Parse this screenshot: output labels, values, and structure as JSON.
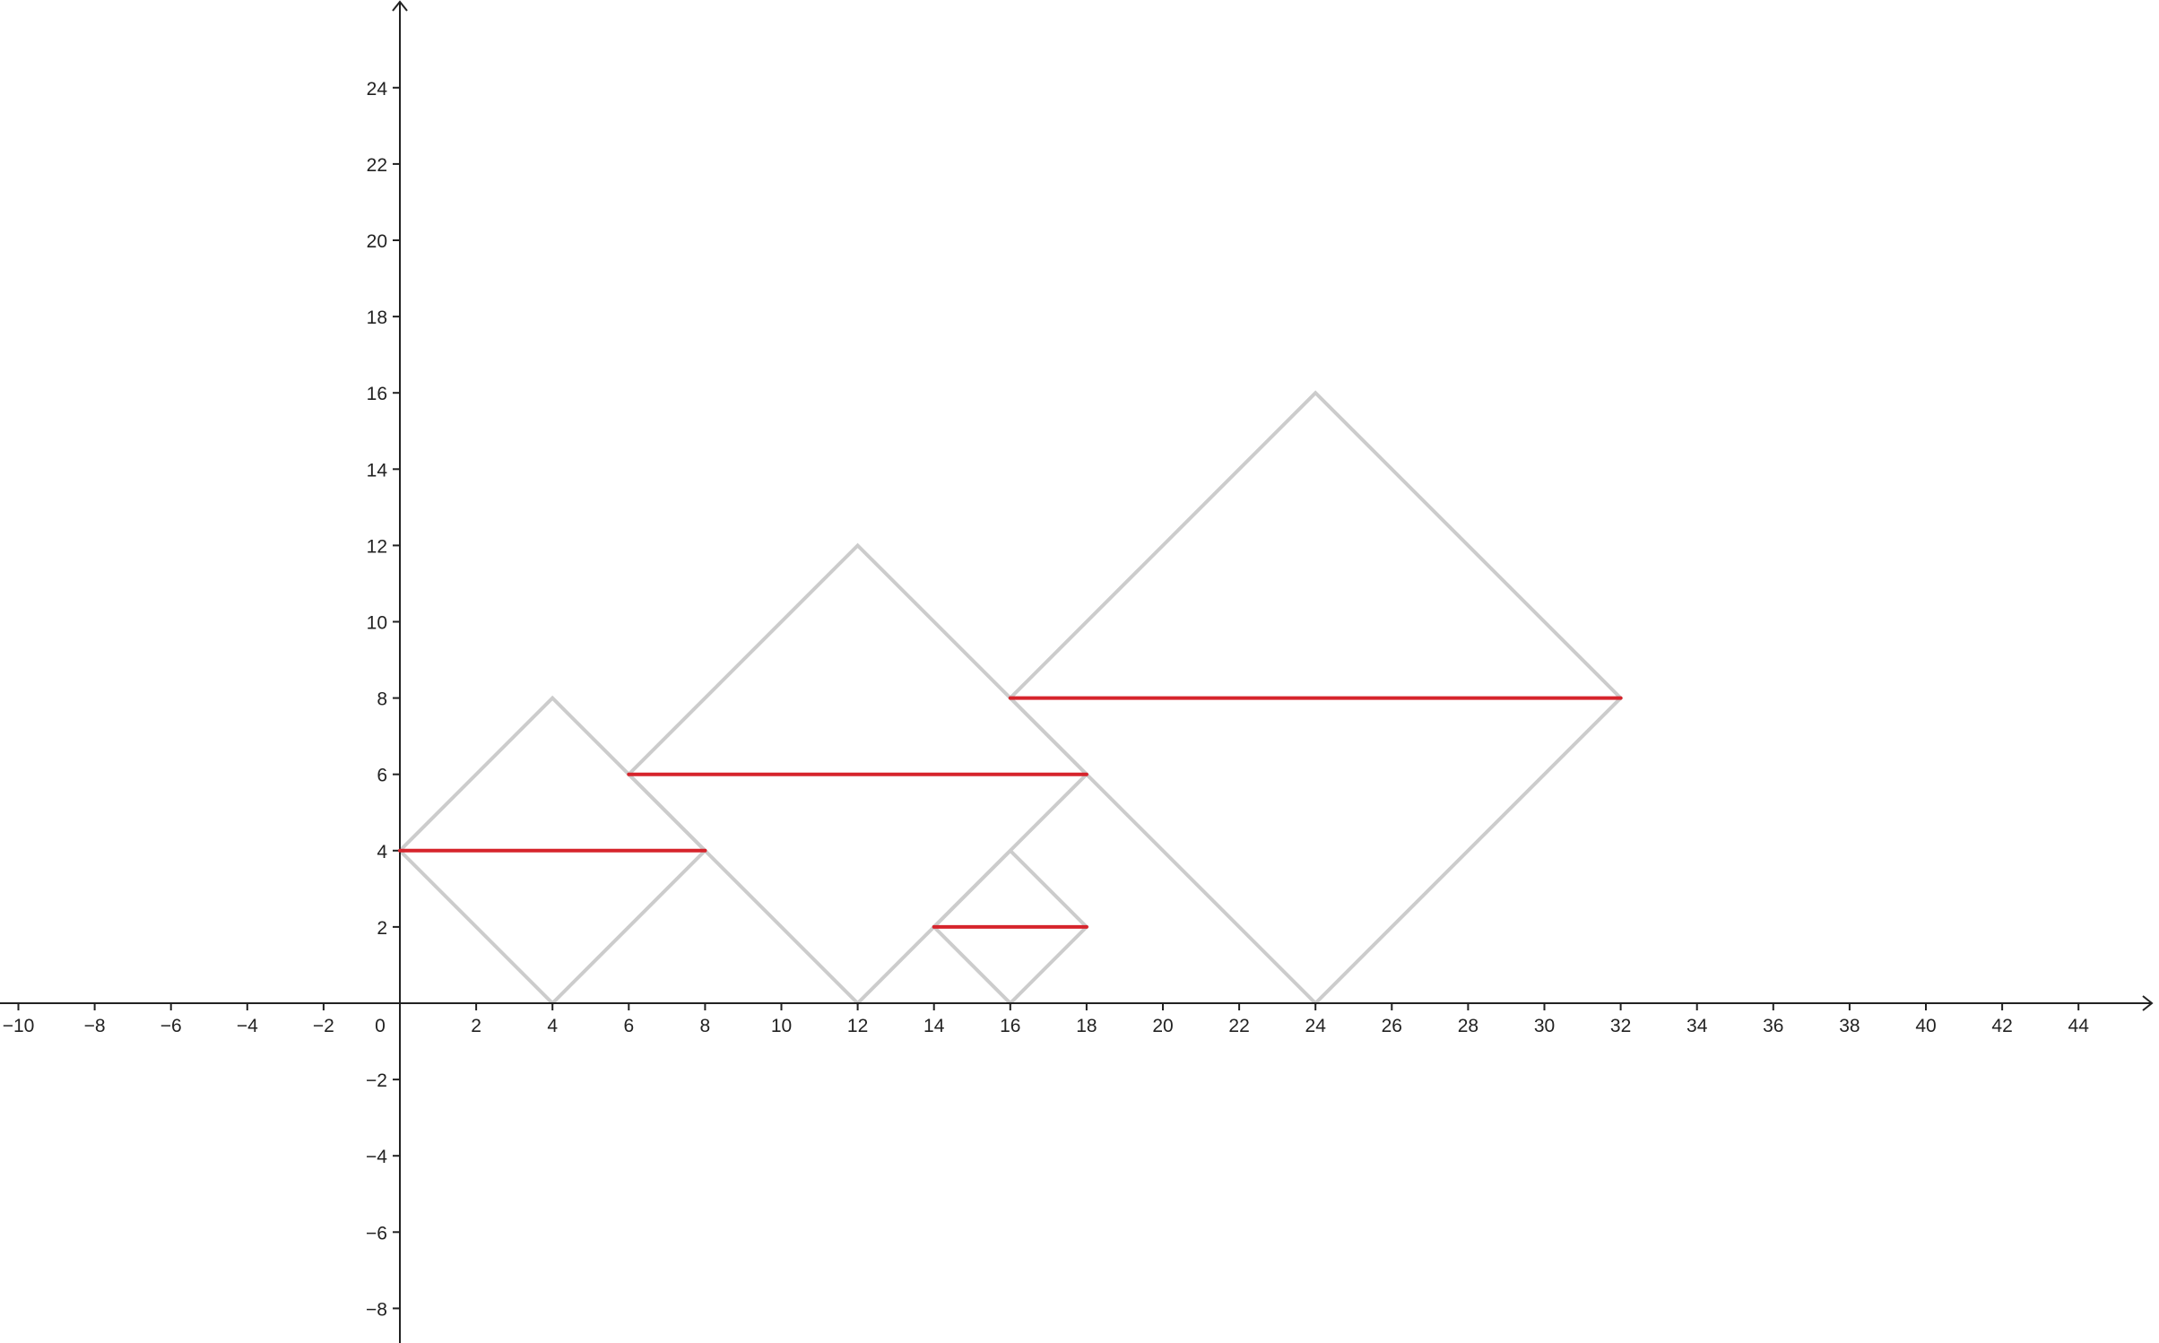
{
  "chart_data": {
    "type": "scatter",
    "title": "",
    "xlabel": "",
    "ylabel": "",
    "xlim": [
      -10.5,
      46.2
    ],
    "ylim": [
      -8.9,
      26.4
    ],
    "grid": false,
    "origin_label": "0",
    "x_ticks": [
      -10,
      -8,
      -6,
      -4,
      -2,
      2,
      4,
      6,
      8,
      10,
      12,
      14,
      16,
      18,
      20,
      22,
      24,
      26,
      28,
      30,
      32,
      34,
      36,
      38,
      40,
      42,
      44
    ],
    "y_ticks": [
      -8,
      -6,
      -4,
      -2,
      2,
      4,
      6,
      8,
      10,
      12,
      14,
      16,
      18,
      20,
      22,
      24
    ],
    "colors": {
      "square_outline": "#cccccc",
      "diagonal": "#d6242c",
      "axis": "#222222"
    },
    "squares": [
      {
        "vertices": [
          [
            0,
            4
          ],
          [
            4,
            8
          ],
          [
            8,
            4
          ],
          [
            4,
            0
          ]
        ]
      },
      {
        "vertices": [
          [
            6,
            6
          ],
          [
            12,
            12
          ],
          [
            18,
            6
          ],
          [
            12,
            0
          ]
        ]
      },
      {
        "vertices": [
          [
            14,
            2
          ],
          [
            16,
            4
          ],
          [
            18,
            2
          ],
          [
            16,
            0
          ]
        ]
      },
      {
        "vertices": [
          [
            16,
            8
          ],
          [
            24,
            16
          ],
          [
            32,
            8
          ],
          [
            24,
            0
          ]
        ]
      }
    ],
    "segments": [
      {
        "from": [
          0,
          4
        ],
        "to": [
          8,
          4
        ]
      },
      {
        "from": [
          6,
          6
        ],
        "to": [
          18,
          6
        ]
      },
      {
        "from": [
          14,
          2
        ],
        "to": [
          18,
          2
        ]
      },
      {
        "from": [
          16,
          8
        ],
        "to": [
          32,
          8
        ]
      }
    ]
  }
}
